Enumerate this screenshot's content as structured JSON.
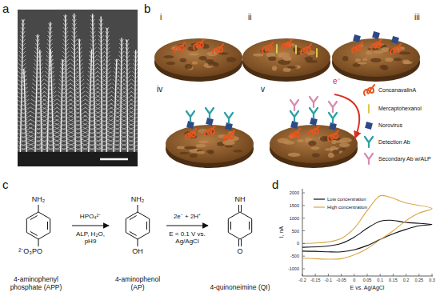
{
  "diagram": {
    "nodes": [
      {
        "text": [
          "4-aminophenyl phosphate (APP)"
        ]
      },
      {
        "text": [
          "4-aminophenol (AP)"
        ]
      },
      {
        "text": [
          "4-quinoneimine (QI)"
        ]
      }
    ],
    "edges": [
      {
        "from": 0,
        "to": 1,
        "arrow": "to"
      },
      {
        "from": 1,
        "to": 2,
        "arrow": "to"
      }
    ],
    "labels": [
      "a",
      "b",
      "c",
      "d",
      "i",
      "ii",
      "iii",
      "iv",
      "v",
      "e⁻",
      "NH₂",
      "²⁻O₃PO",
      "NH₂",
      "OH",
      "NH",
      "O",
      "HPO₄²⁻",
      "ALP, H₂O, pH9",
      "2e⁻ + 2H⁺",
      "E = 0.1 V vs. Ag/AgCl",
      "I, nA",
      "E vs. Ag/AgCl",
      "2000",
      "1500",
      "1000",
      "500",
      "0",
      "-500",
      "-1000",
      "-0.2",
      "-0.15",
      "-0.1",
      "-0.05",
      "0",
      "0.05",
      "0.1",
      "0.15",
      "0.2",
      "0.25",
      "0.3"
    ],
    "legend": [
      {
        "text": "ConcanavalinA"
      },
      {
        "text": "Mercaptohexanol"
      },
      {
        "text": "Norovirus"
      },
      {
        "text": "Detection Ab"
      },
      {
        "text": "Secondary Ab w/ALP"
      },
      {
        "text": "Low concentration"
      },
      {
        "text": "High concentration"
      }
    ]
  }
}
